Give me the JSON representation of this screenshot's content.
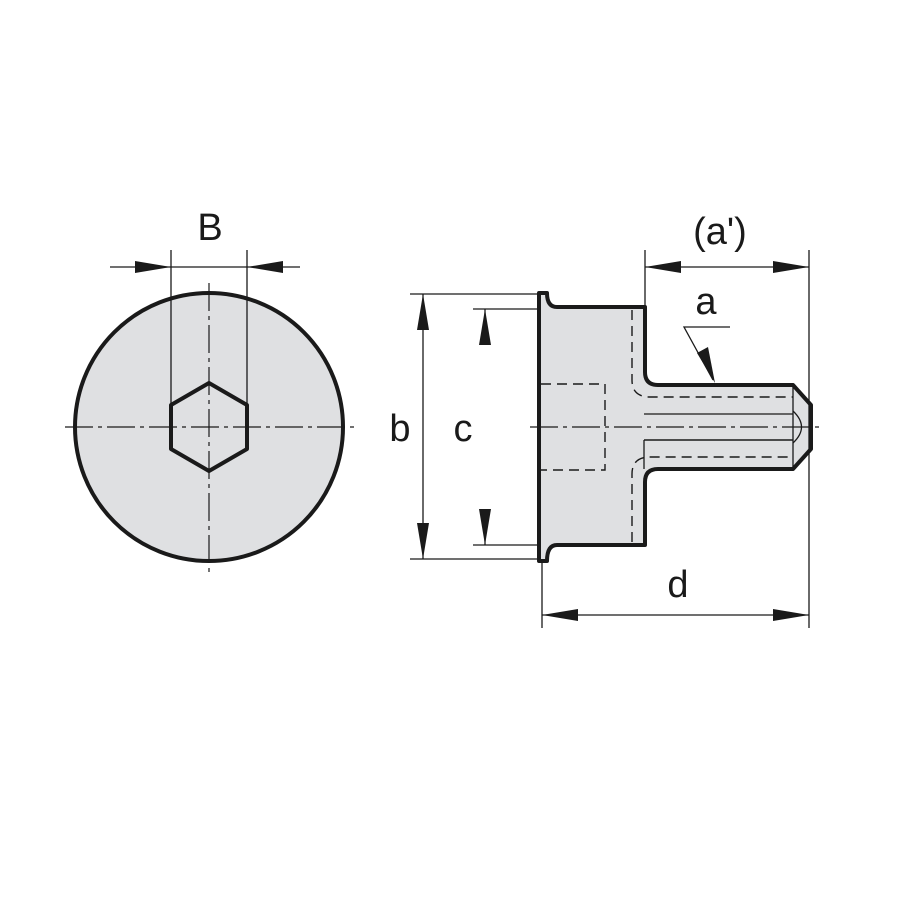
{
  "diagram": {
    "front_view": {
      "label_hex_width": "B"
    },
    "side_view": {
      "label_flange_diameter": "b",
      "label_body_diameter": "c",
      "label_overall_length": "d",
      "label_thread_length": "(a')",
      "label_thread": "a"
    },
    "colors": {
      "fill": "#dfe0e2",
      "line": "#1a1a1a"
    }
  }
}
